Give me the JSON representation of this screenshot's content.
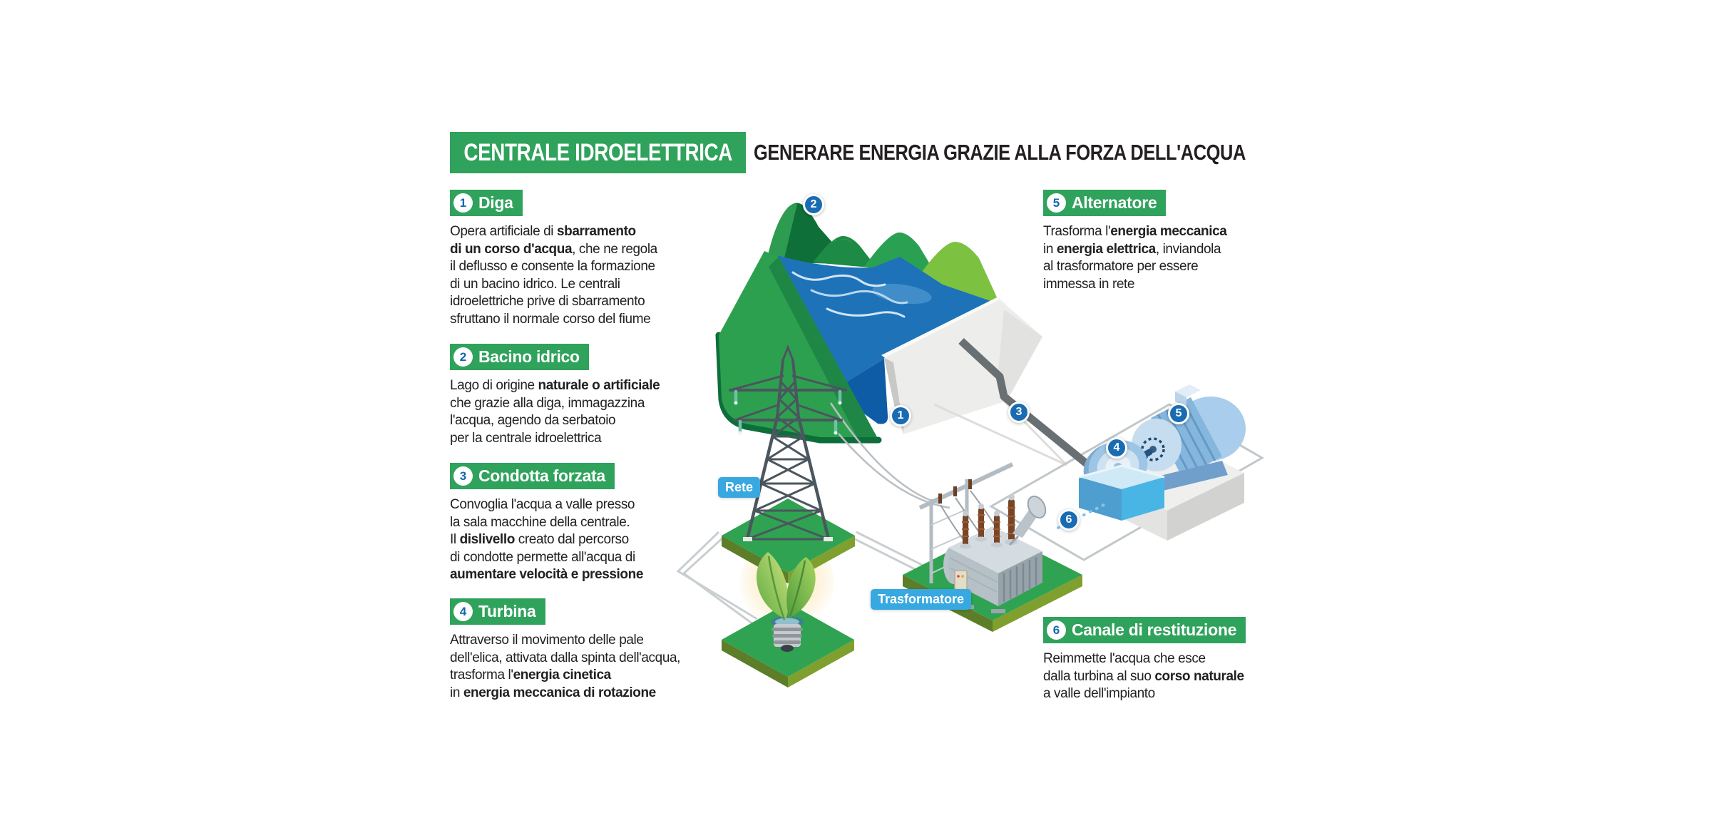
{
  "header": {
    "badge": "CENTRALE IDROELETTRICA",
    "subtitle": "GENERARE ENERGIA GRAZIE ALLA FORZA DELL'ACQUA"
  },
  "sections": [
    {
      "num": "1",
      "title": "Diga",
      "lines": [
        [
          "Opera artificiale di ",
          "sbarramento"
        ],
        [
          "di un corso d'acqua",
          ", che ne regola"
        ],
        [
          "il deflusso e consente la formazione"
        ],
        [
          "di un bacino idrico. Le centrali"
        ],
        [
          "idroelettriche prive di sbarramento"
        ],
        [
          "sfruttano il normale corso del fiume"
        ]
      ]
    },
    {
      "num": "2",
      "title": "Bacino idrico",
      "lines": [
        [
          "Lago di origine ",
          "naturale o artificiale"
        ],
        [
          "che grazie alla diga, immagazzina"
        ],
        [
          "l'acqua, agendo da serbatoio"
        ],
        [
          "per la centrale idroelettrica"
        ]
      ]
    },
    {
      "num": "3",
      "title": "Condotta forzata",
      "lines": [
        [
          "Convoglia l'acqua a valle presso"
        ],
        [
          "la sala macchine della centrale."
        ],
        [
          "Il ",
          "dislivello",
          " creato dal percorso"
        ],
        [
          "di condotte permette all'acqua di"
        ],
        [
          "aumentare velocità e pressione"
        ]
      ]
    },
    {
      "num": "4",
      "title": "Turbina",
      "lines": [
        [
          "Attraverso il movimento delle pale"
        ],
        [
          "dell'elica, attivata dalla spinta dell'acqua,"
        ],
        [
          "trasforma l'",
          "energia cinetica"
        ],
        [
          "in ",
          "energia meccanica di rotazione"
        ]
      ]
    },
    {
      "num": "5",
      "title": "Alternatore",
      "lines": [
        [
          "Trasforma l'",
          "energia meccanica"
        ],
        [
          "in ",
          "energia elettrica",
          ", inviandola"
        ],
        [
          "al trasformatore per essere"
        ],
        [
          "immessa in rete"
        ]
      ]
    },
    {
      "num": "6",
      "title": "Canale di restituzione",
      "lines": [
        [
          "Reimmette l'acqua che esce"
        ],
        [
          "dalla turbina al suo ",
          "corso naturale"
        ],
        [
          "a valle dell'impianto"
        ]
      ]
    }
  ],
  "diagram": {
    "labels": {
      "rete": "Rete",
      "trasformatore": "Trasformatore"
    },
    "markers": [
      "1",
      "2",
      "3",
      "4",
      "5",
      "6"
    ]
  },
  "colors": {
    "green": "#2fa25c",
    "marker_blue": "#1a6cb2",
    "label_blue": "#38a8e0",
    "water_blue": "#1e72b8",
    "text": "#212123"
  }
}
